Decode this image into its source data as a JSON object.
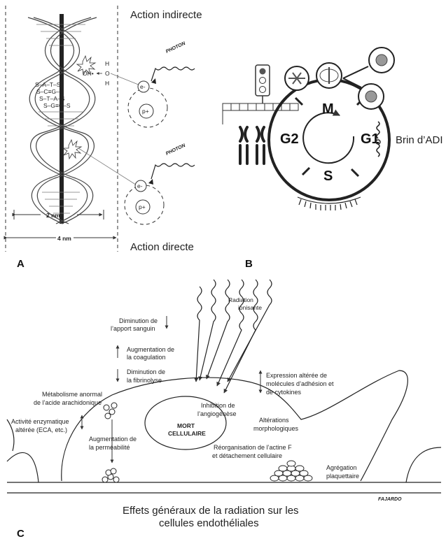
{
  "panel_a": {
    "letter": "A",
    "label_indirect": "Action indirecte",
    "label_direct": "Action directe",
    "photon_top": "PHOTON",
    "photon_bottom": "PHOTON",
    "electron": "e-",
    "proton": "p+",
    "water": {
      "h_top": "H",
      "oh": "OH•",
      "o": "O",
      "h_bottom": "H"
    },
    "dim_inner": "2 nm",
    "dim_outer": "4 nm",
    "base_pairs": [
      "S–A–T–S",
      "S–C≡G–S",
      "S–T–A–S",
      "S–G≡C–S"
    ]
  },
  "panel_b": {
    "letter": "B",
    "phases": {
      "m": "M",
      "g1": "G1",
      "g2": "G2",
      "s": "S"
    },
    "dna_label": "Brin d’ADI"
  },
  "panel_c": {
    "letter": "C",
    "title_line1": "Effets généraux de la radiation sur les",
    "title_line2": "cellules endothéliales",
    "signature": "FAJARDO",
    "radiation": [
      "Radiation",
      "ionisante"
    ],
    "blood_supply": [
      "Diminution de",
      "l’apport sanguin"
    ],
    "coagulation": [
      "Augmentation de",
      "la coagulation"
    ],
    "fibrinolysis": [
      "Diminution de",
      "la fibrinolyse"
    ],
    "adhesion": [
      "Expression altérée de",
      "molécules d’adhésion et",
      "de cytokines"
    ],
    "arachidonic": [
      "Métabolisme anormal",
      "de l’acide arachidonique"
    ],
    "angiogenesis": [
      "Inhibition de",
      "l’angiogénèse"
    ],
    "cell_death": [
      "MORT",
      "CELLULAIRE"
    ],
    "morphology": [
      "Altérations",
      "morphologiques"
    ],
    "enzymatic": [
      "Activité enzymatique",
      "altérée (ECA, etc.)"
    ],
    "permeability": [
      "Augmentation de",
      "la perméabilité"
    ],
    "actin": [
      "Réorganisation de l’actine F",
      "et détachement cellulaire"
    ],
    "platelet": [
      "Agrégation",
      "plaquettaire"
    ]
  }
}
